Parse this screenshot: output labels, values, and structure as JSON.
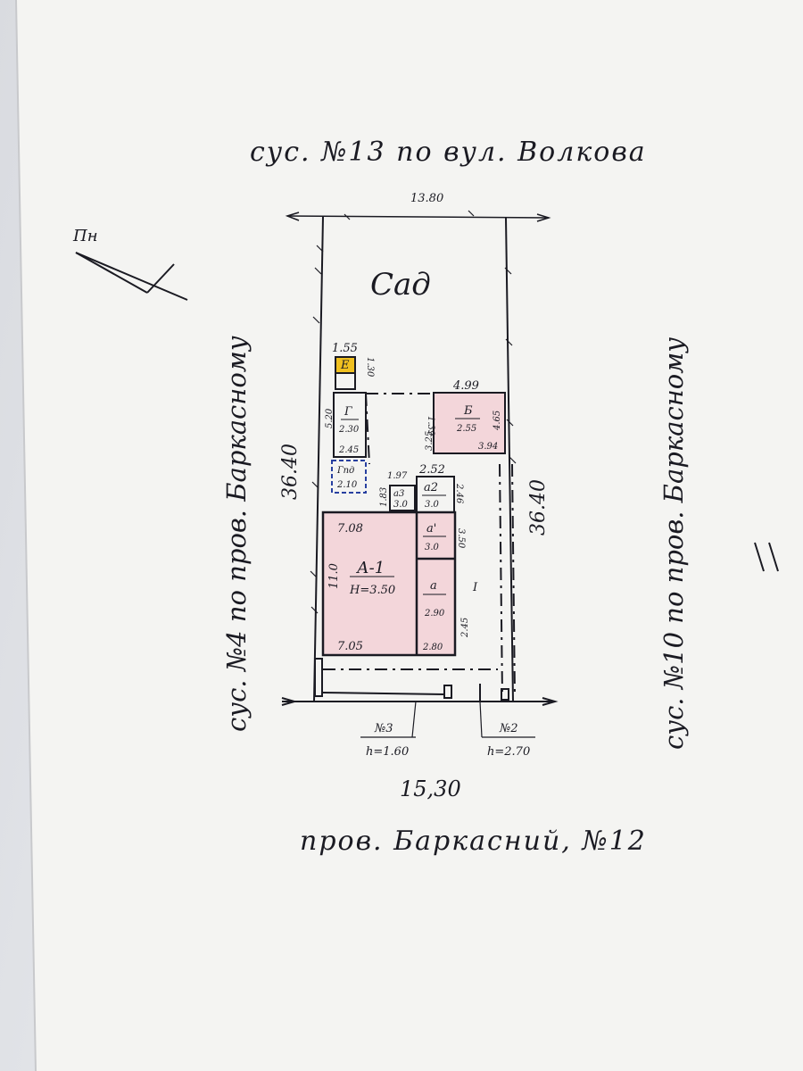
{
  "plan": {
    "north": "Пн",
    "top_neighbor": "суc. №13 по вул. Волкова",
    "left_neighbor": "суc. №4 по пров. Баркасному",
    "right_neighbor": "суc. №10 по пров. Баркасному",
    "bottom_street": "пров. Баркасний, №12",
    "top_width": "13.80",
    "bottom_width": "15,30",
    "left_length": "36.40",
    "right_length": "36.40",
    "garden": "Сад"
  },
  "buildings": {
    "E": {
      "label": "Е",
      "w": "1.55",
      "h": "1.30"
    },
    "G": {
      "label": "Г",
      "height": "2.30",
      "left": "5.20",
      "bottom": "2.45"
    },
    "Gd": {
      "label": "Гпд",
      "value": "2.10"
    },
    "B": {
      "label": "Б",
      "height": "2.55",
      "top": "4.99",
      "left": "3.25",
      "right": "4.65",
      "bottom": "3.94",
      "side": "1.39"
    },
    "a3": {
      "label": "а3",
      "height": "3.0",
      "top": "1.97",
      "side": "1.83"
    },
    "a2": {
      "label": "а2",
      "height": "3.0",
      "top": "2.52",
      "side": "2.46"
    },
    "a1": {
      "label": "а'",
      "height": "3.0",
      "side": "3.50"
    },
    "a": {
      "label": "а",
      "height": "2.90",
      "bottom": "2.80",
      "side": "2.45"
    },
    "A1": {
      "label": "А-1",
      "height": "Н=3.50",
      "top": "7.08",
      "bottom": "7.05",
      "left": "11.0"
    },
    "I": {
      "label": "I"
    }
  },
  "gates": {
    "n3": {
      "label": "№3",
      "h": "h=1.60"
    },
    "n2": {
      "label": "№2",
      "h": "h=2.70"
    }
  },
  "colors": {
    "ink": "#1a1a22",
    "pink_fill": "#f3d6da",
    "pink_stroke": "#c0405a",
    "yellow": "#f0c020",
    "blue": "#2840a0"
  }
}
